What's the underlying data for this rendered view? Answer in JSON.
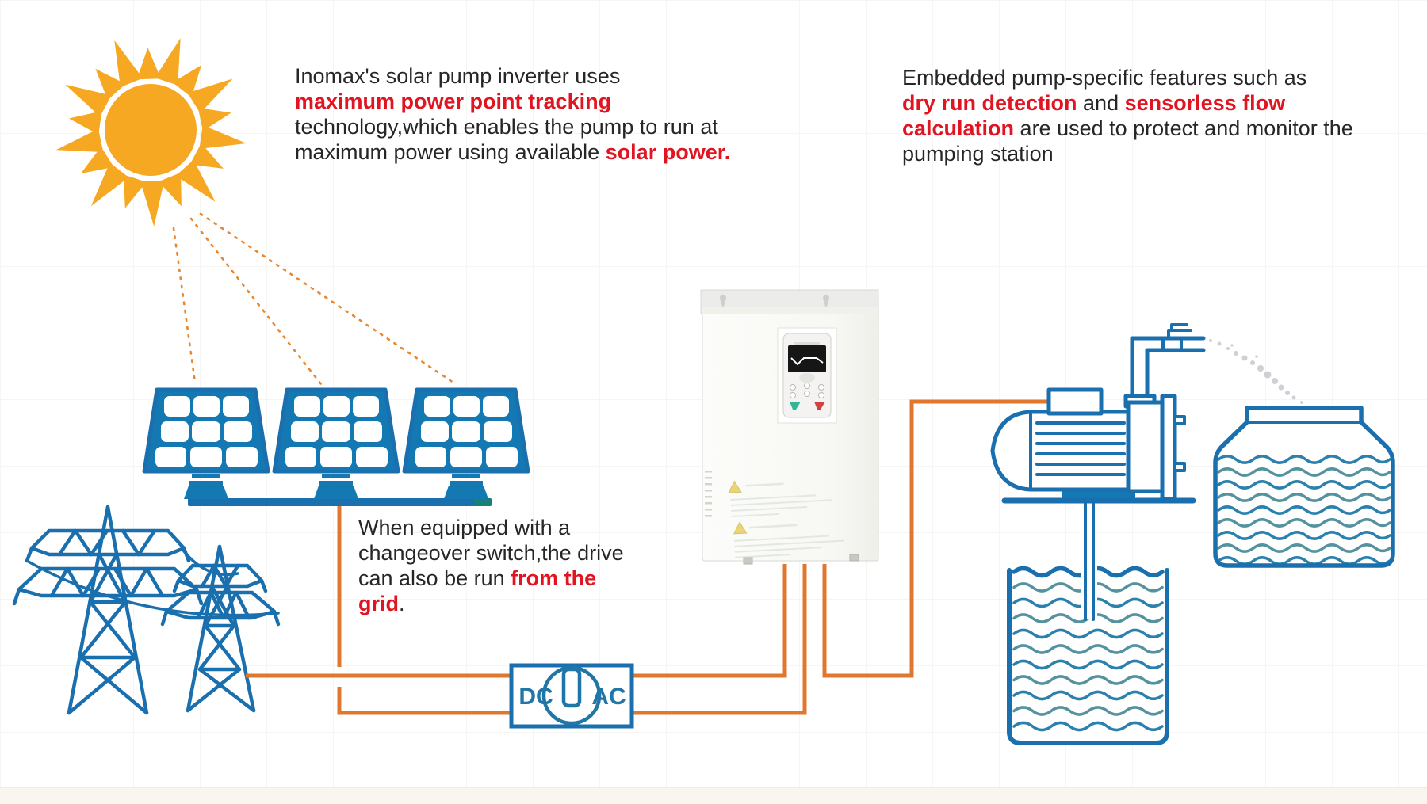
{
  "texts": {
    "solar": {
      "line1": "Inomax's solar pump inverter uses",
      "highlight1": "maximum power point tracking",
      "body": "technology,which enables the pump to run at maximum power using available ",
      "highlight2": "solar power."
    },
    "features": {
      "seg1": "Embedded pump-specific features such as",
      "highlight1": "dry run detection",
      "seg2": " and ",
      "highlight2": "sensorless flow calculation",
      "seg3": " are used to protect and monitor the pumping station"
    },
    "grid": {
      "seg1": "When equipped with a changeover switch,the drive can also be run ",
      "highlight1": "from the grid",
      "seg2": "."
    }
  },
  "switch_box": {
    "left_label": "DC",
    "right_label": "AC"
  },
  "colors": {
    "accent_orange": "#E0772E",
    "ray_orange": "#E8872E",
    "blue_line": "#1A6FAE",
    "blue_fill": "#1478B2",
    "highlight_red": "#E11422",
    "sun_yellow": "#F7A823",
    "text_dark": "#262626",
    "spray_gray": "#C7C8CE"
  }
}
